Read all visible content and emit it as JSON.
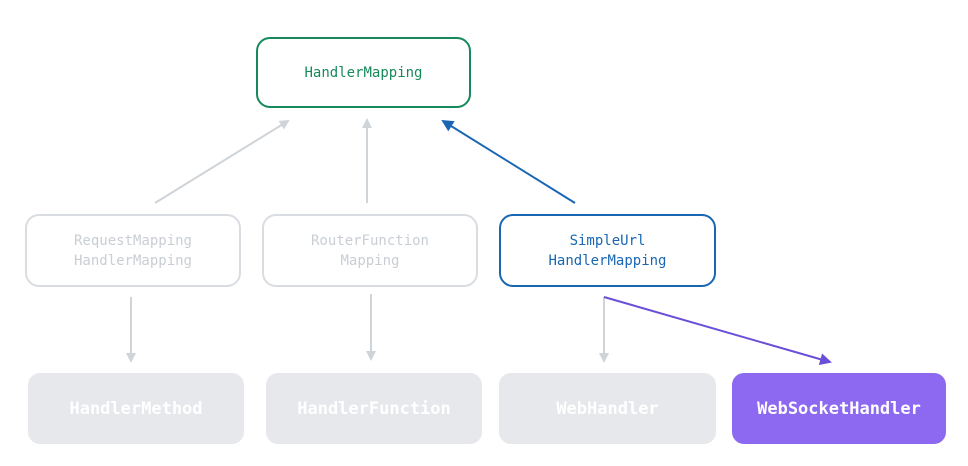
{
  "nodes": {
    "handler_mapping": {
      "lines": [
        "HandlerMapping"
      ]
    },
    "request_mapping": {
      "lines": [
        "RequestMapping",
        "HandlerMapping"
      ]
    },
    "router_function_mapping": {
      "lines": [
        "RouterFunction",
        "Mapping"
      ]
    },
    "simple_url_mapping": {
      "lines": [
        "SimpleUrl",
        "HandlerMapping"
      ]
    },
    "handler_method": {
      "label": "HandlerMethod"
    },
    "handler_function": {
      "label": "HandlerFunction"
    },
    "web_handler": {
      "label": "WebHandler"
    },
    "web_socket_handler": {
      "label": "WebSocketHandler"
    }
  },
  "colors": {
    "green": "#168a5c",
    "blue": "#1967b3",
    "purple": "#8d68f1",
    "gray_arrow": "#cfd4d9",
    "gray_box": "#e6e8eb",
    "gray_border": "#d9dde1",
    "gray_text": "#c9ced4"
  }
}
